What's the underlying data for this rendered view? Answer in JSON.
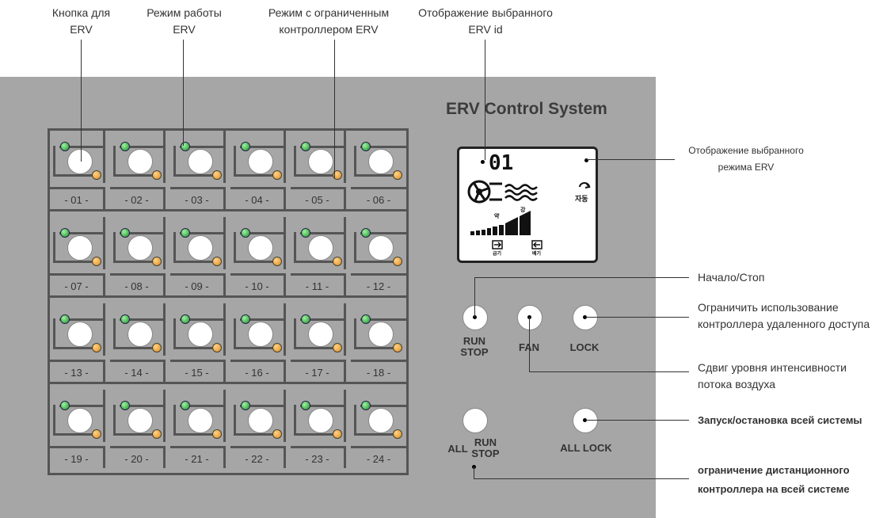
{
  "callouts": {
    "erv_button": "Кнопка для ERV",
    "erv_mode": "Режим работы ERV",
    "restricted_mode": "Режим с ограниченным контроллером ERV",
    "selected_id": "Отображение выбранного ERV id",
    "selected_mode": "Отображение выбранного режима ERV",
    "run_stop": "Начало/Стоп",
    "restrict_remote": "Ограничить использование контроллера удаленного доступа",
    "fan_shift": "Сдвиг уровня интенсивности потока воздуха",
    "all_run_stop": "Запуск/остановка всей системы",
    "all_lock": "ограничение дистанционного контроллера на всей системе"
  },
  "callout_lines": {
    "erv_button": [
      "Кнопка для",
      "ERV"
    ],
    "erv_mode": [
      "Режим работы",
      "ERV"
    ],
    "restricted_mode": [
      "Режим с ограниченным",
      "контроллером ERV"
    ],
    "selected_id": [
      "Отображение выбранного",
      "ERV id"
    ],
    "selected_mode": [
      "Отображение выбранного",
      "режима ERV"
    ],
    "restrict_remote": [
      "Ограничить использование",
      "контроллера удаленного доступа"
    ],
    "fan_shift": [
      "Сдвиг уровня интенсивности",
      "потока воздуха"
    ],
    "all_lock": [
      "ограничение дистанционного",
      "контроллера на всей системе"
    ]
  },
  "panel": {
    "title": "ERV Control System",
    "lcd": {
      "id": "01",
      "mode_text": "자동",
      "level_low": "약",
      "level_high": "강",
      "icon1_label": "급기",
      "icon2_label": "배기"
    },
    "buttons": {
      "run_stop": [
        "RUN",
        "STOP"
      ],
      "fan": "FAN",
      "lock": "LOCK",
      "all": "ALL",
      "all_run_stop": [
        "RUN",
        "STOP"
      ],
      "all_lock": "ALL LOCK"
    }
  },
  "erv_ids": [
    "- 01 -",
    "- 02 -",
    "- 03 -",
    "- 04 -",
    "- 05 -",
    "- 06 -",
    "- 07 -",
    "- 08 -",
    "- 09 -",
    "- 10 -",
    "- 11 -",
    "- 12 -",
    "- 13 -",
    "- 14 -",
    "- 15 -",
    "- 16 -",
    "- 17 -",
    "- 18 -",
    "- 19 -",
    "- 20 -",
    "- 21 -",
    "- 22 -",
    "- 23 -",
    "- 24 -"
  ],
  "colors": {
    "panel": "#a6a6a6",
    "grid_line": "#555555",
    "led_green": "#1b8f2c",
    "led_orange": "#e08a1c"
  }
}
